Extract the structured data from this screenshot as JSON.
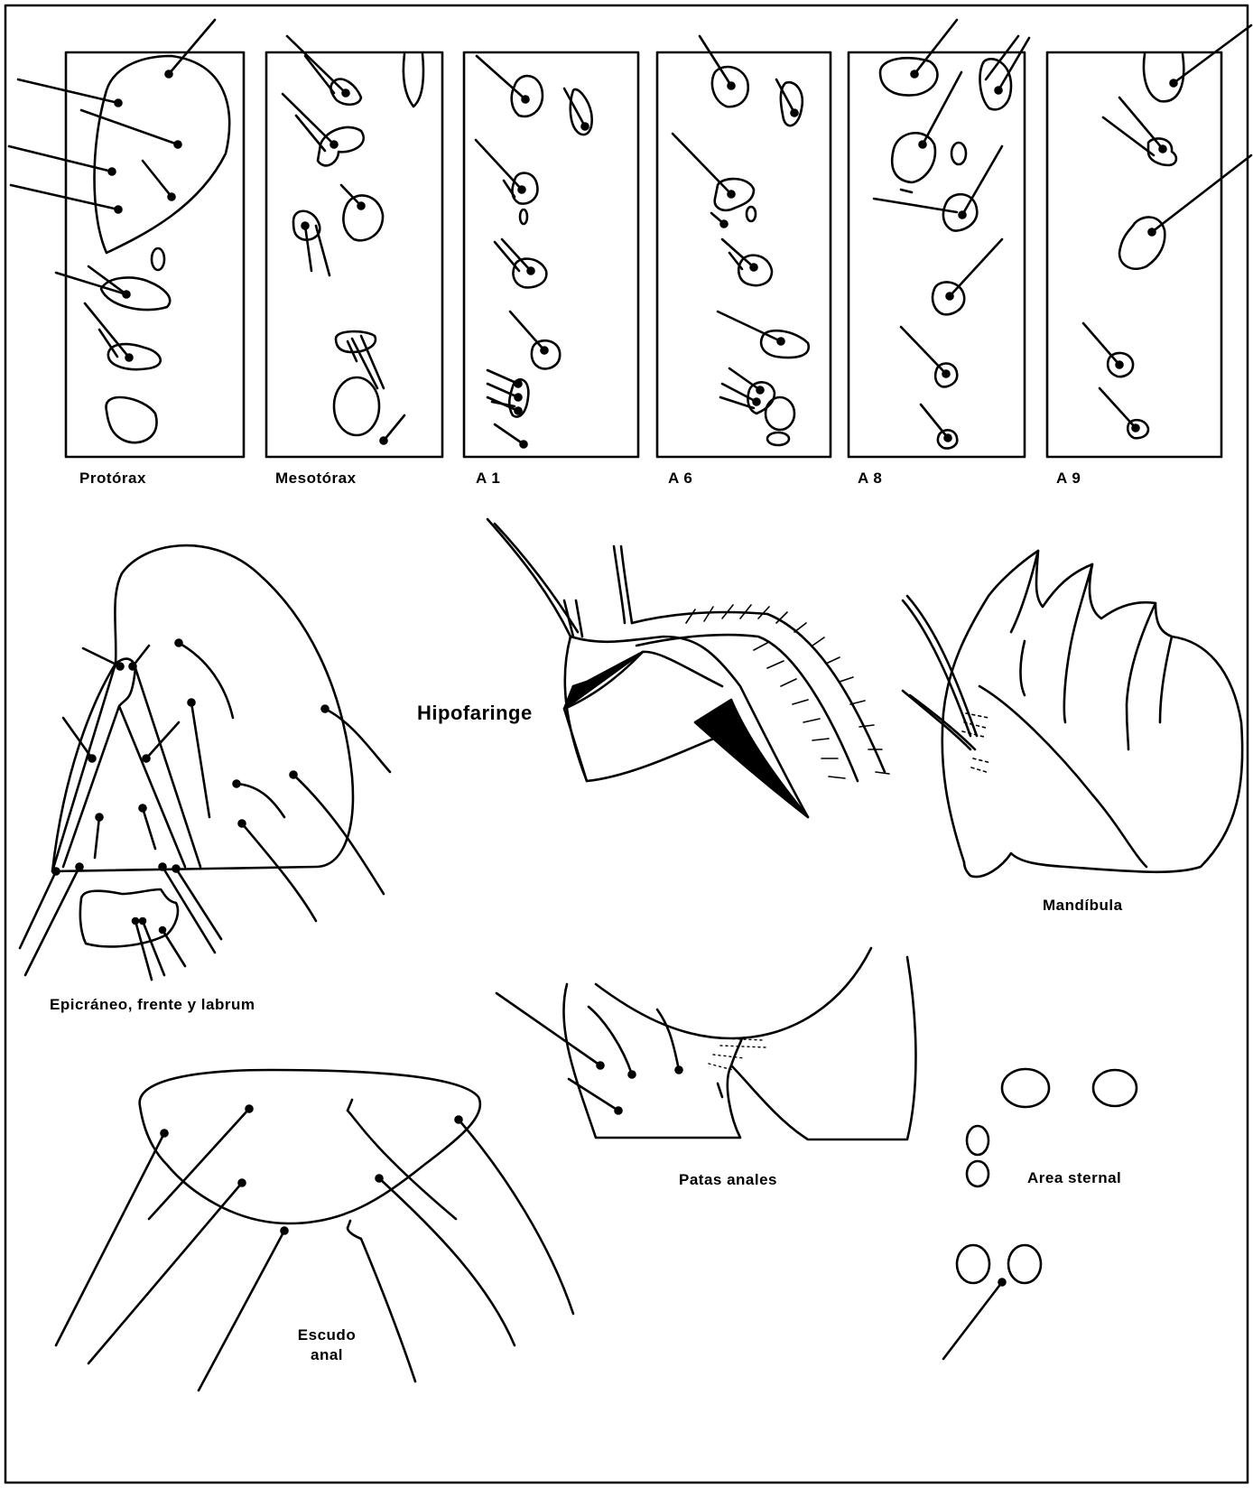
{
  "panels": [
    {
      "id": "protorax",
      "label": "Protórax"
    },
    {
      "id": "mesotorax",
      "label": "Mesotórax"
    },
    {
      "id": "a1",
      "label": "A 1"
    },
    {
      "id": "a6",
      "label": "A 6"
    },
    {
      "id": "a8",
      "label": "A 8"
    },
    {
      "id": "a9",
      "label": "A 9"
    }
  ],
  "drawings": {
    "epicraneo": "Epicráneo, frente y labrum",
    "hipofaringe": "Hipofaringe",
    "mandibula": "Mandíbula",
    "patas_anales": "Patas anales",
    "escudo_anal_line1": "Escudo",
    "escudo_anal_line2": "anal",
    "area_sternal": "Area sternal"
  },
  "colors": {
    "ink": "#000000",
    "paper": "#ffffff"
  }
}
